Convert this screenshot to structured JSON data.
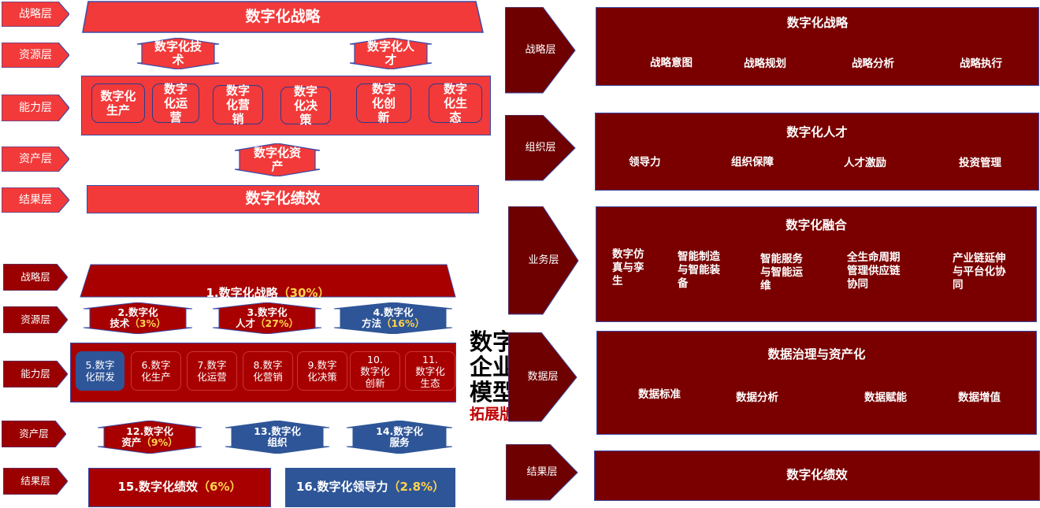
{
  "top": {
    "layers": [
      "战略层",
      "资源层",
      "能力层",
      "资产层",
      "结果层"
    ],
    "strategy": "数字化战略",
    "resources": [
      "数字化技术",
      "数字化人才"
    ],
    "capabilities": [
      "数字化生产",
      "数字化运营",
      "数字化营销",
      "数字化决策",
      "数字化创新",
      "数字化生态"
    ],
    "asset": "数字化资产",
    "result": "数字化绩效"
  },
  "bottom": {
    "layers": [
      "战略层",
      "资源层",
      "能力层",
      "资产层",
      "结果层"
    ],
    "strategy": {
      "label": "1.数字化战略",
      "pct": "（30%）"
    },
    "resources": [
      {
        "l1": "2.数字化",
        "l2": "技术",
        "pct": "（3%）"
      },
      {
        "l1": "3.数字化",
        "l2": "人才",
        "pct": "（27%）"
      },
      {
        "l1": "4.数字化",
        "l2": "方法",
        "pct": "（16%）"
      }
    ],
    "capabilities": [
      {
        "l1": "5.数字",
        "l2": "化研发",
        "l3": ""
      },
      {
        "l1": "6.数字",
        "l2": "化生产",
        "l3": ""
      },
      {
        "l1": "7.数字",
        "l2": "化运营",
        "l3": ""
      },
      {
        "l1": "8.数字",
        "l2": "化营销",
        "l3": ""
      },
      {
        "l1": "9.数字",
        "l2": "化决策",
        "l3": ""
      },
      {
        "l1": "10.",
        "l2": "数字化",
        "l3": "创新"
      },
      {
        "l1": "11.",
        "l2": "数字化",
        "l3": "生态"
      }
    ],
    "assets": [
      {
        "l1": "12.数字化",
        "l2": "资产",
        "pct": "（9%）"
      },
      {
        "l1": "13.数字化",
        "l2": "组织",
        "pct": ""
      },
      {
        "l1": "14.数字化",
        "l2": "服务",
        "pct": ""
      }
    ],
    "results": [
      {
        "label": "15.数字化绩效",
        "pct": "（6%）"
      },
      {
        "label": "16.数字化领导力",
        "pct": "（2.8%）"
      }
    ]
  },
  "overlay": {
    "line1": "数字",
    "line2": "企业",
    "line3": "模型",
    "sub": "拓展版"
  },
  "right": {
    "layers": [
      "战略层",
      "组织层",
      "业务层",
      "数据层",
      "结果层"
    ],
    "panels": [
      {
        "title": "数字化战略",
        "items": [
          "战略意图",
          "战略规划",
          "战略分析",
          "战略执行"
        ]
      },
      {
        "title": "数字化人才",
        "items": [
          "领导力",
          "组织保障",
          "人才激励",
          "投资管理"
        ]
      },
      {
        "title": "数字化融合",
        "items": [
          "数字仿真与孪生",
          "智能制造与智能装备",
          "智能服务与智能运维",
          "全生命周期管理供应链协同",
          "产业链延伸与平台化协同"
        ]
      },
      {
        "title": "数据治理与资产化",
        "items": [
          "数据标准",
          "数据分析",
          "数据赋能",
          "数据增值"
        ]
      },
      {
        "title": "数字化绩效",
        "items": []
      }
    ]
  }
}
